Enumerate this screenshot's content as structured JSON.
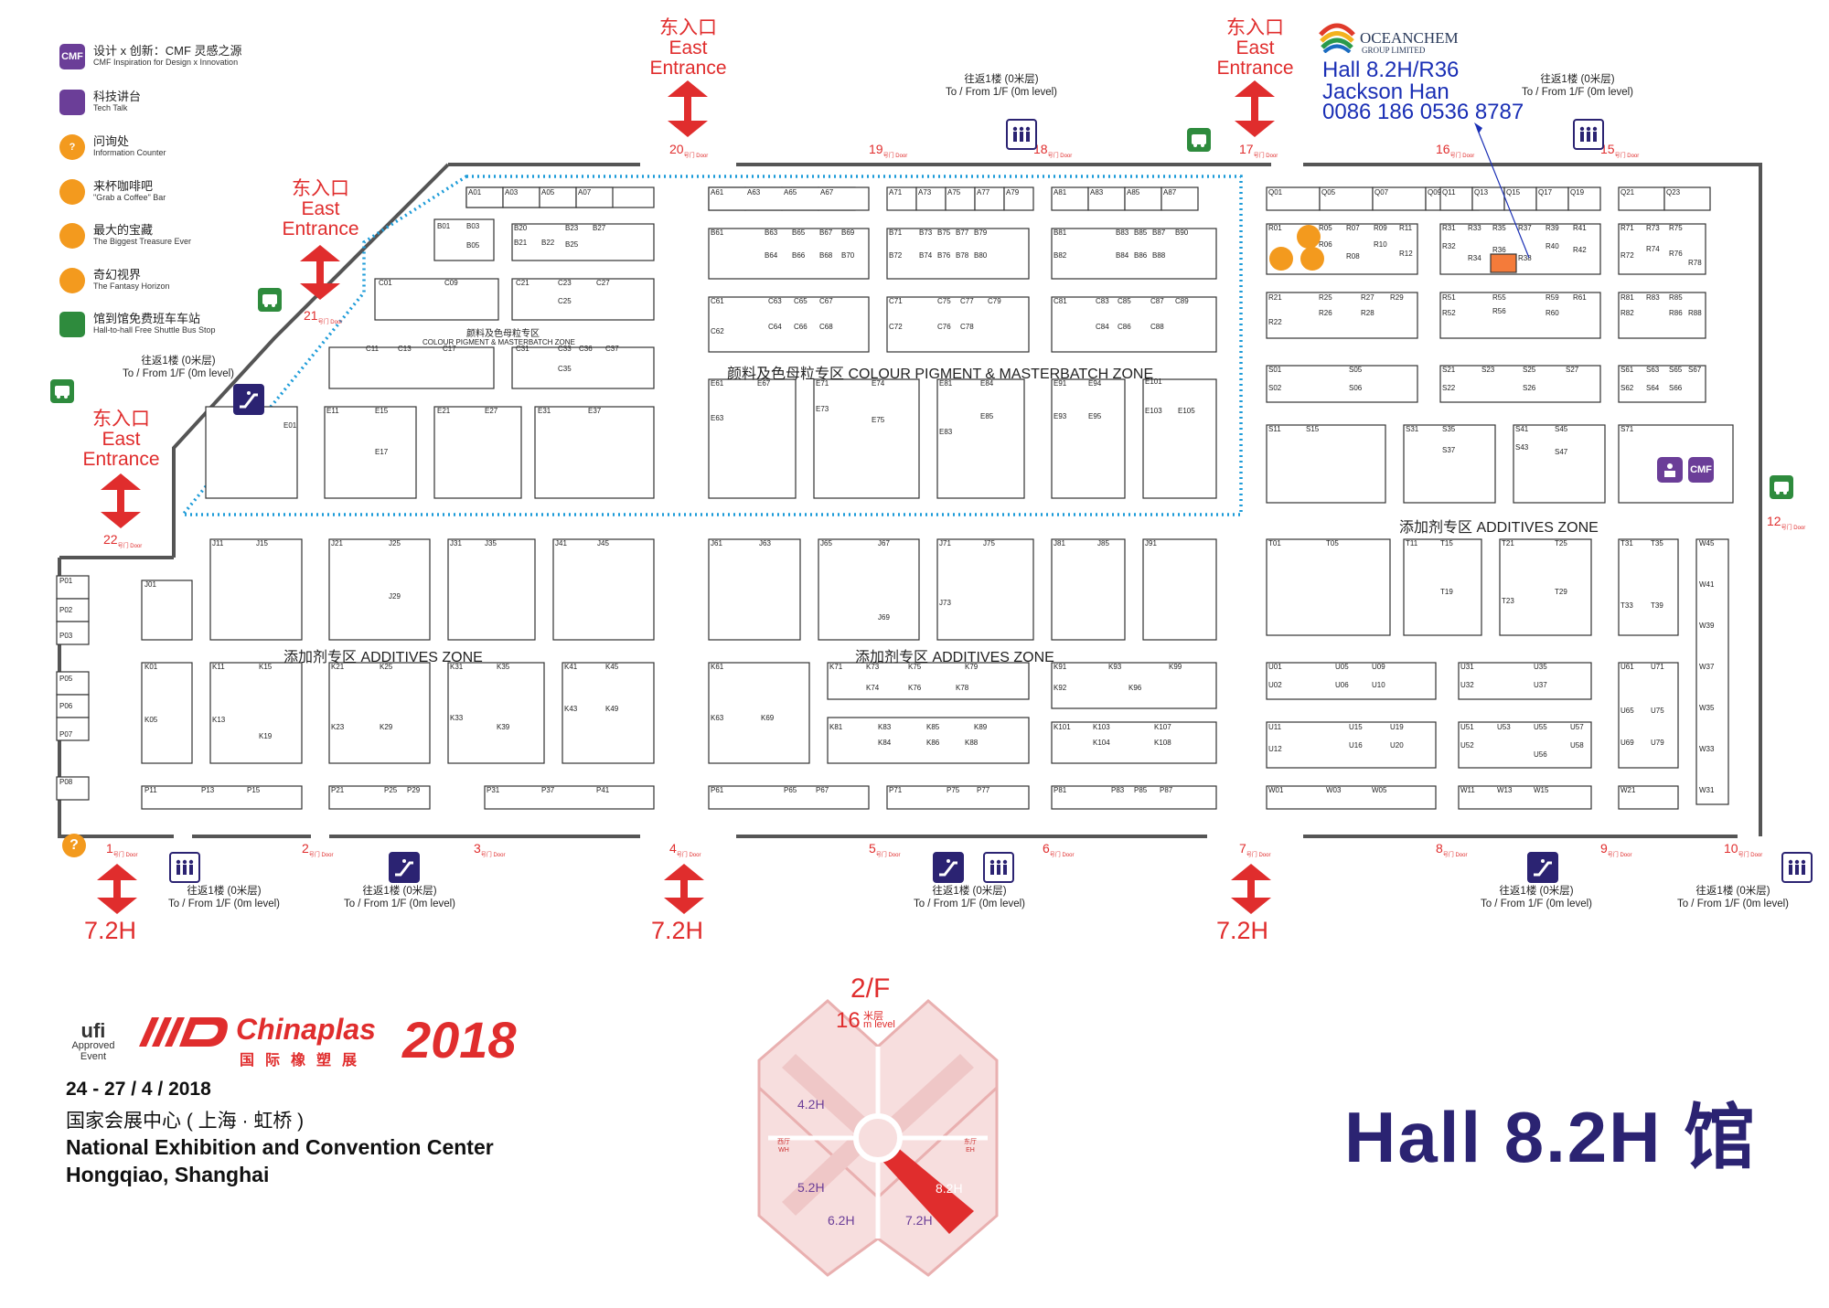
{
  "legend": [
    {
      "icon": "cmf-icon",
      "badge": "CMF",
      "color": "#6b3e98",
      "zh": "设计 x 创新：CMF 灵感之源",
      "en": "CMF Inspiration for Design x Innovation"
    },
    {
      "icon": "tech-talk-icon",
      "badge": "",
      "color": "#6b3e98",
      "zh": "科技讲台",
      "en": "Tech Talk"
    },
    {
      "icon": "information-counter-icon",
      "badge": "?",
      "color": "#f39a1e",
      "zh": "问询处",
      "en": "Information Counter"
    },
    {
      "icon": "coffee-bar-icon",
      "badge": "",
      "color": "#f39a1e",
      "zh": "来杯咖啡吧",
      "en": "\"Grab a Coffee\" Bar"
    },
    {
      "icon": "treasure-icon",
      "badge": "",
      "color": "#f39a1e",
      "zh": "最大的宝藏",
      "en": "The Biggest Treasure Ever"
    },
    {
      "icon": "fantasy-horizon-icon",
      "badge": "",
      "color": "#f39a1e",
      "zh": "奇幻视界",
      "en": "The Fantasy Horizon"
    },
    {
      "icon": "shuttle-bus-icon",
      "badge": "",
      "color": "#2e8b3d",
      "zh": "馆到馆免费班车车站",
      "en": "Hall-to-hall Free Shuttle Bus Stop"
    }
  ],
  "entrances": [
    {
      "zh": "东入口",
      "en1": "East",
      "en2": "Entrance"
    },
    {
      "zh": "东入口",
      "en1": "East",
      "en2": "Entrance"
    },
    {
      "zh": "东入口",
      "en1": "East",
      "en2": "Entrance"
    },
    {
      "zh": "东入口",
      "en1": "East",
      "en2": "Entrance"
    }
  ],
  "lift_note": {
    "zh": "往返1楼 (0米层)",
    "en": "To / From 1/F (0m level)"
  },
  "door_suffix": "号门 Door",
  "doors": [
    "1",
    "2",
    "3",
    "4",
    "5",
    "6",
    "7",
    "8",
    "9",
    "10",
    "12",
    "15",
    "16",
    "17",
    "18",
    "19",
    "20",
    "21",
    "22"
  ],
  "hall_7_2": "7.2H",
  "company": {
    "name": "OCEANCHEM",
    "sub": "GROUP LIMITED",
    "booth": "Hall 8.2H/R36",
    "contact": "Jackson Han",
    "phone": "0086 186 0536 8787"
  },
  "zones": {
    "pigment_main": "颜料及色母粒专区 COLOUR PIGMENT & MASTERBATCH ZONE",
    "pigment_small_zh": "颜料及色母粒专区",
    "pigment_small_en": "COLOUR PIGMENT & MASTERBATCH ZONE",
    "additives": "添加剂专区 ADDITIVES ZONE"
  },
  "booths": [
    "A01",
    "A03",
    "A05",
    "A07",
    "B01",
    "B03",
    "B05",
    "B20",
    "B21",
    "B22",
    "B23",
    "B25",
    "B27",
    "C01",
    "C09",
    "C21",
    "C23",
    "C25",
    "C27",
    "C11",
    "C13",
    "C17",
    "C31",
    "C33",
    "C35",
    "C36",
    "C37",
    "E01",
    "E11",
    "E15",
    "E17",
    "E21",
    "E27",
    "E31",
    "E37",
    "A61",
    "A63",
    "A65",
    "A67",
    "A71",
    "A73",
    "A75",
    "A77",
    "A79",
    "A81",
    "A83",
    "A85",
    "A87",
    "B61",
    "B63",
    "B64",
    "B65",
    "B66",
    "B67",
    "B68",
    "B69",
    "B70",
    "B71",
    "B72",
    "B73",
    "B74",
    "B75",
    "B76",
    "B77",
    "B78",
    "B79",
    "B80",
    "B81",
    "B82",
    "B83",
    "B84",
    "B85",
    "B86",
    "B87",
    "B88",
    "B90",
    "C61",
    "C62",
    "C63",
    "C64",
    "C65",
    "C66",
    "C67",
    "C68",
    "C71",
    "C72",
    "C75",
    "C76",
    "C77",
    "C78",
    "C79",
    "C81",
    "C83",
    "C84",
    "C85",
    "C86",
    "C87",
    "C88",
    "C89",
    "E61",
    "E63",
    "E67",
    "E71",
    "E73",
    "E74",
    "E75",
    "E81",
    "E83",
    "E84",
    "E85",
    "E91",
    "E93",
    "E94",
    "E95",
    "E101",
    "E103",
    "E105",
    "Q01",
    "Q05",
    "Q07",
    "Q09",
    "Q11",
    "Q13",
    "Q15",
    "Q17",
    "Q19",
    "Q21",
    "Q23",
    "R01",
    "R05",
    "R06",
    "R07",
    "R08",
    "R09",
    "R10",
    "R11",
    "R12",
    "R21",
    "R22",
    "R25",
    "R26",
    "R27",
    "R28",
    "R29",
    "R31",
    "R32",
    "R33",
    "R34",
    "R35",
    "R36",
    "R37",
    "R38",
    "R39",
    "R40",
    "R41",
    "R42",
    "R51",
    "R52",
    "R55",
    "R56",
    "R59",
    "R60",
    "R61",
    "R71",
    "R72",
    "R73",
    "R74",
    "R75",
    "R76",
    "R78",
    "R81",
    "R82",
    "R83",
    "R85",
    "R86",
    "R88",
    "S01",
    "S02",
    "S05",
    "S06",
    "S11",
    "S15",
    "S21",
    "S22",
    "S23",
    "S25",
    "S26",
    "S27",
    "S31",
    "S35",
    "S37",
    "S41",
    "S43",
    "S45",
    "S47",
    "S61",
    "S62",
    "S63",
    "S64",
    "S65",
    "S66",
    "S67",
    "S71",
    "J01",
    "J11",
    "J15",
    "J21",
    "J25",
    "J29",
    "J31",
    "J35",
    "J41",
    "J45",
    "J61",
    "J63",
    "J65",
    "J67",
    "J69",
    "J71",
    "J73",
    "J75",
    "J81",
    "J85",
    "J91",
    "K01",
    "K05",
    "K11",
    "K13",
    "K15",
    "K19",
    "K21",
    "K23",
    "K25",
    "K29",
    "K31",
    "K33",
    "K35",
    "K39",
    "K41",
    "K43",
    "K45",
    "K49",
    "K61",
    "K63",
    "K69",
    "K71",
    "K73",
    "K74",
    "K75",
    "K76",
    "K78",
    "K79",
    "K81",
    "K83",
    "K84",
    "K85",
    "K86",
    "K88",
    "K89",
    "K91",
    "K92",
    "K93",
    "K96",
    "K99",
    "K101",
    "K103",
    "K104",
    "K107",
    "K108",
    "P01",
    "P02",
    "P03",
    "P05",
    "P06",
    "P07",
    "P08",
    "P11",
    "P13",
    "P15",
    "P21",
    "P25",
    "P29",
    "P31",
    "P37",
    "P41",
    "P61",
    "P65",
    "P67",
    "P71",
    "P75",
    "P77",
    "P81",
    "P83",
    "P85",
    "P87",
    "T01",
    "T05",
    "T11",
    "T15",
    "T19",
    "T21",
    "T23",
    "T25",
    "T29",
    "T31",
    "T33",
    "T35",
    "T39",
    "U01",
    "U02",
    "U05",
    "U06",
    "U09",
    "U10",
    "U11",
    "U12",
    "U15",
    "U16",
    "U19",
    "U20",
    "U31",
    "U32",
    "U35",
    "U37",
    "U51",
    "U52",
    "U53",
    "U55",
    "U56",
    "U57",
    "U58",
    "U61",
    "U65",
    "U69",
    "U71",
    "U75",
    "U79",
    "W01",
    "W03",
    "W05",
    "W11",
    "W13",
    "W15",
    "W21",
    "W31",
    "W33",
    "W35",
    "W37",
    "W39",
    "W41",
    "W45"
  ],
  "event": {
    "ufi1": "ufi",
    "ufi2": "Approved",
    "ufi3": "Event",
    "name": "Chinaplas",
    "year": "2018",
    "name_zh": "国际橡塑展",
    "dates": "24 - 27 / 4 / 2018",
    "venue_zh": "国家会展中心 ( 上海 · 虹桥 )",
    "venue_en1": "National Exhibition and Convention Center",
    "venue_en2": "Hongqiao, Shanghai"
  },
  "mini_map": {
    "floor": "2/F",
    "level_num": "16",
    "level_zh": "米层",
    "level_en": "m level",
    "wh": "西厅 WH",
    "eh": "东厅 EH",
    "halls": [
      "4.2H",
      "5.2H",
      "6.2H",
      "7.2H",
      "8.2H"
    ]
  },
  "hall_title": "Hall 8.2H 馆",
  "colors": {
    "accent_red": "#e02d2d",
    "highlight": "#f47b3a",
    "zone_dots": "#1c9bd8",
    "hall_title": "#2b2372",
    "company_blue": "#1a2fb5"
  }
}
